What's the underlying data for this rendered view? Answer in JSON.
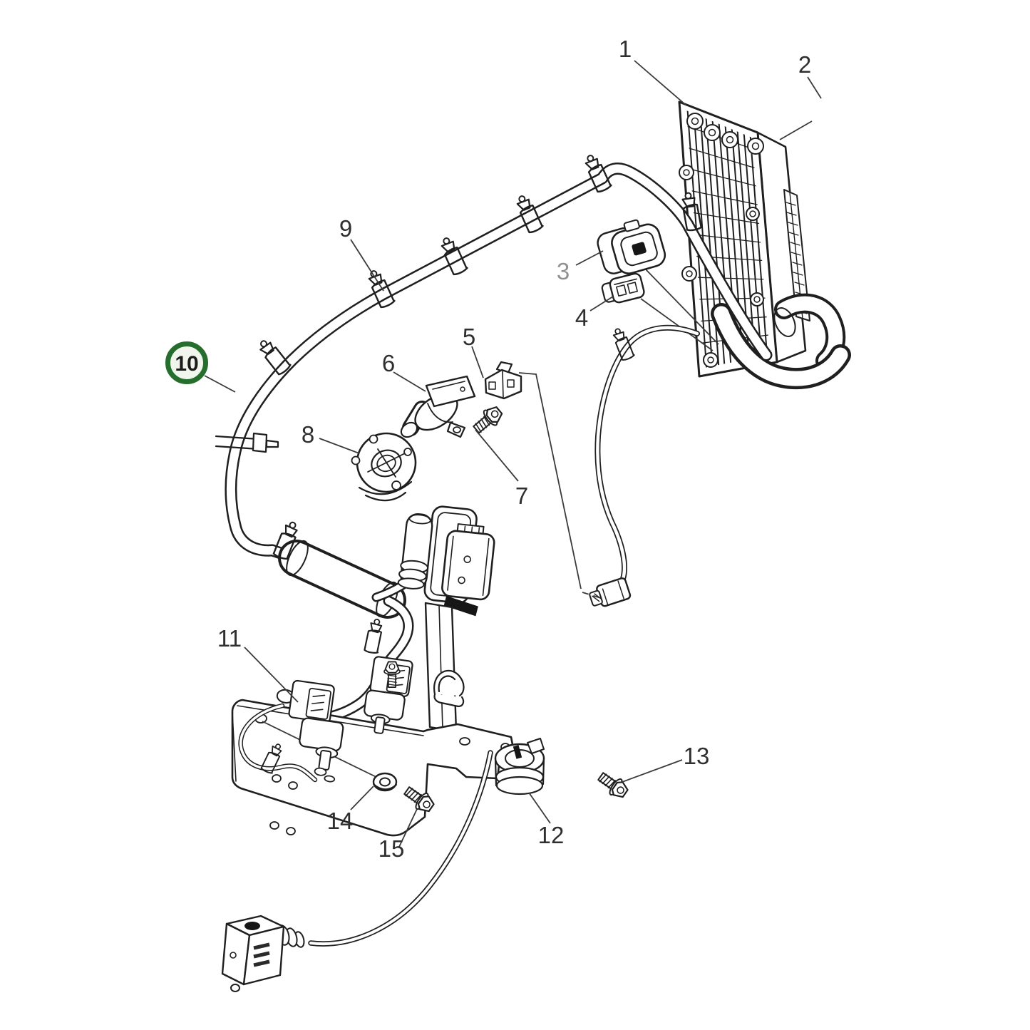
{
  "diagram": {
    "kind": "exploded-parts-diagram",
    "background": "#ffffff",
    "ink": "#1f1f1f",
    "label_color": "#2f2f2f",
    "muted_label_color": "#909090",
    "highlight": {
      "ring": "#256e2e",
      "fill": "#f1f6ed"
    },
    "callouts": [
      {
        "label": "1"
      },
      {
        "label": "2"
      },
      {
        "label": "3",
        "muted": true
      },
      {
        "label": "4"
      },
      {
        "label": "5"
      },
      {
        "label": "6"
      },
      {
        "label": "7"
      },
      {
        "label": "8"
      },
      {
        "label": "9"
      },
      {
        "label": "10",
        "highlighted": true
      },
      {
        "label": "11"
      },
      {
        "label": "12"
      },
      {
        "label": "13"
      },
      {
        "label": "14"
      },
      {
        "label": "15"
      }
    ]
  }
}
